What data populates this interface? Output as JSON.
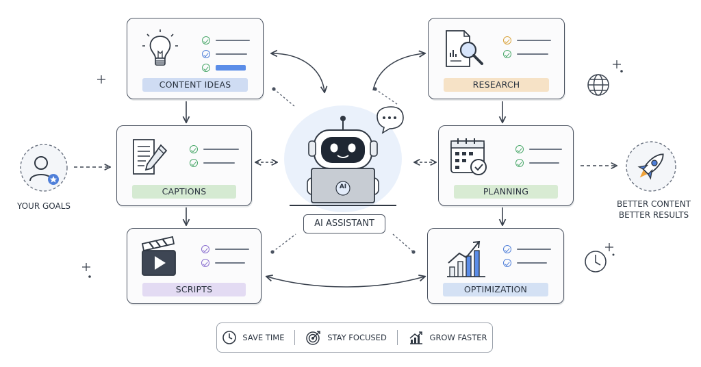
{
  "cards": {
    "content_ideas": {
      "label": "CONTENT IDEAS",
      "label_color": "#cfdcf3"
    },
    "research": {
      "label": "RESEARCH",
      "label_color": "#f6e2c6"
    },
    "captions": {
      "label": "CAPTIONS",
      "label_color": "#d5ead2"
    },
    "planning": {
      "label": "PLANNING",
      "label_color": "#d8ebd3"
    },
    "scripts": {
      "label": "SCRIPTS",
      "label_color": "#e3dbf3"
    },
    "optimization": {
      "label": "OPTIMIZATION",
      "label_color": "#d4e1f4"
    }
  },
  "center": {
    "label": "AI ASSISTANT",
    "laptop_text": "AI"
  },
  "left_side": {
    "label": "YOUR GOALS"
  },
  "right_side": {
    "line1": "BETTER CONTENT",
    "line2": "BETTER RESULTS"
  },
  "benefits": [
    {
      "label": "SAVE TIME",
      "icon": "clock-icon"
    },
    {
      "label": "STAY FOCUSED",
      "icon": "target-icon"
    },
    {
      "label": "GROW FASTER",
      "icon": "growth-chart-icon"
    }
  ],
  "colors": {
    "ink": "#2b3440",
    "check_green": "#4aa86a",
    "check_blue": "#4f7fd9",
    "check_purple": "#8a6fd0",
    "check_amber": "#d9a33b",
    "accent_blue": "#5b8de8"
  }
}
